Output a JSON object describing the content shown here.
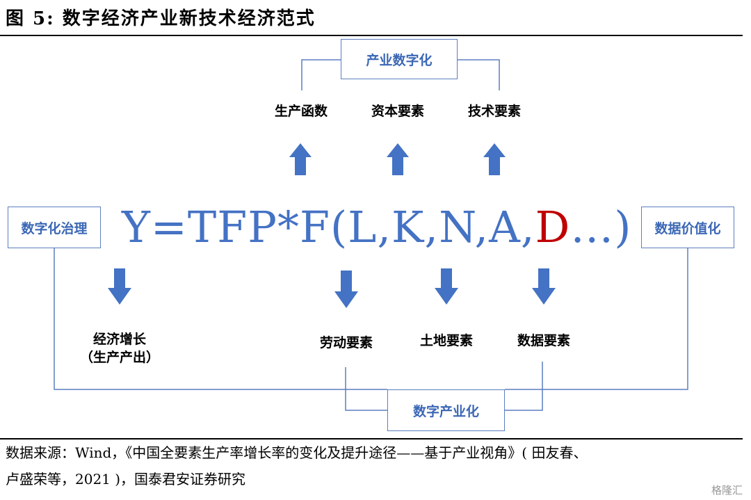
{
  "title": "图 5: 数字经济产业新技术经济范式",
  "boxes": {
    "top": "产业数字化",
    "left": "数字化治理",
    "right": "数据价值化",
    "bottom": "数字产业化"
  },
  "top_labels": [
    "生产函数",
    "资本要素",
    "技术要素"
  ],
  "equation": {
    "main": "Y=TFP*F(L,K,N,A,",
    "highlight": "D",
    "tail": "…)",
    "highlight_color": "#c00000",
    "color": "#4472c4"
  },
  "bottom_labels": {
    "growth_line1": "经济增长",
    "growth_line2": "（生产产出）",
    "labor": "劳动要素",
    "land": "土地要素",
    "data": "数据要素"
  },
  "source": {
    "line1": "数据来源：Wind，《中国全要素生产率增长率的变化及提升途径——基于产业视角》( 田友春、",
    "line2": "卢盛荣等，2021 )，国泰君安证券研究"
  },
  "watermark": "格隆汇"
}
